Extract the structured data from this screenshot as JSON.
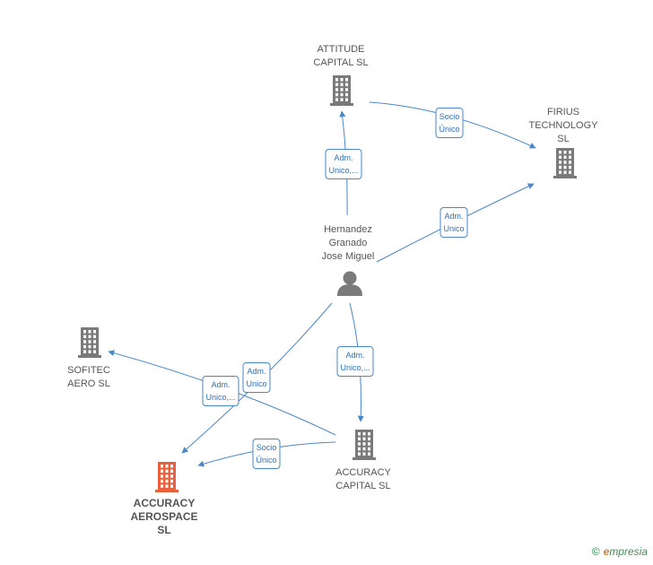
{
  "nodes": {
    "attitude": {
      "label": "ATTITUDE\nCAPITAL  SL",
      "type": "company"
    },
    "firius": {
      "label": "FIRIUS\nTECHNOLOGY\nSL",
      "type": "company"
    },
    "person": {
      "label": "Hernandez\nGranado\nJose Miguel",
      "type": "person"
    },
    "sofitec": {
      "label": "SOFITEC\nAERO  SL",
      "type": "company"
    },
    "accuracy_capital": {
      "label": "ACCURACY\nCAPITAL  SL",
      "type": "company"
    },
    "accuracy_aerospace": {
      "label": "ACCURACY\nAEROSPACE\nSL",
      "type": "company-focus"
    }
  },
  "edges": [
    {
      "id": "e1",
      "label": "Socio\nÚnico",
      "from": "attitude",
      "to": "firius"
    },
    {
      "id": "e2",
      "label": "Adm.\nUnico,...",
      "from": "person",
      "to": "attitude"
    },
    {
      "id": "e3",
      "label": "Adm.\nUnico",
      "from": "person",
      "to": "firius"
    },
    {
      "id": "e4",
      "label": "Adm.\nUnico,...",
      "from": "person",
      "to": "accuracy_capital"
    },
    {
      "id": "e5",
      "label": "Adm.\nUnico,...",
      "from": "accuracy_capital",
      "to": "sofitec"
    },
    {
      "id": "e6",
      "label": "Adm.\nUnico",
      "from": "person",
      "to": "accuracy_aerospace"
    },
    {
      "id": "e7",
      "label": "Socio\nÚnico",
      "from": "accuracy_capital",
      "to": "accuracy_aerospace"
    }
  ],
  "colors": {
    "edge": "#4a86c8",
    "company_icon": "#7a7a7a",
    "focus_icon": "#e8603c",
    "person_icon": "#7a7a7a"
  },
  "footer": {
    "copyright": "©",
    "brand_e": "e",
    "brand_rest": "mpresia"
  }
}
